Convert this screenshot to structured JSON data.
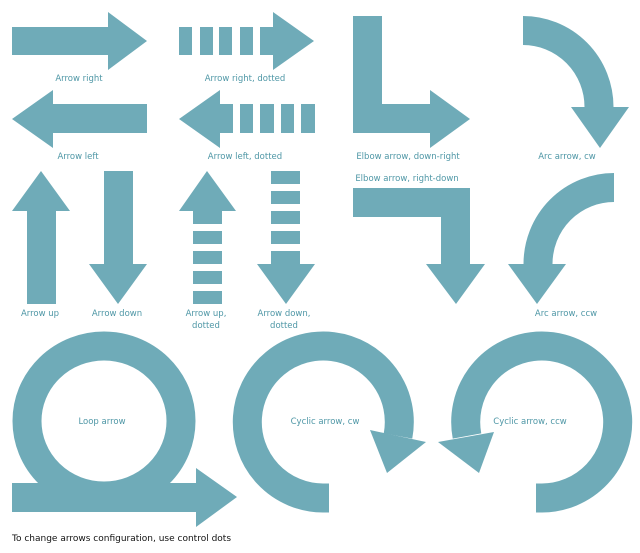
{
  "colors": {
    "arrow": "#6fabb8",
    "label": "#4f97a6",
    "note": "#111111"
  },
  "labels": {
    "arrow_right": "Arrow right",
    "arrow_right_dotted": "Arrow right, dotted",
    "arrow_left": "Arrow left",
    "arrow_left_dotted": "Arrow left, dotted",
    "elbow_down_right": "Elbow arrow, down-right",
    "elbow_right_down": "Elbow arrow, right-down",
    "arc_cw": "Arc arrow, cw",
    "arc_ccw": "Arc arrow, ccw",
    "arrow_up": "Arrow up",
    "arrow_down": "Arrow down",
    "arrow_up_dotted_1": "Arrow up,",
    "arrow_up_dotted_2": "dotted",
    "arrow_down_dotted_1": "Arrow down,",
    "arrow_down_dotted_2": "dotted",
    "loop": "Loop arrow",
    "cyclic_cw": "Cyclic arrow, cw",
    "cyclic_ccw": "Cyclic arrow, ccw"
  },
  "note": "To change arrows configuration, use control dots"
}
